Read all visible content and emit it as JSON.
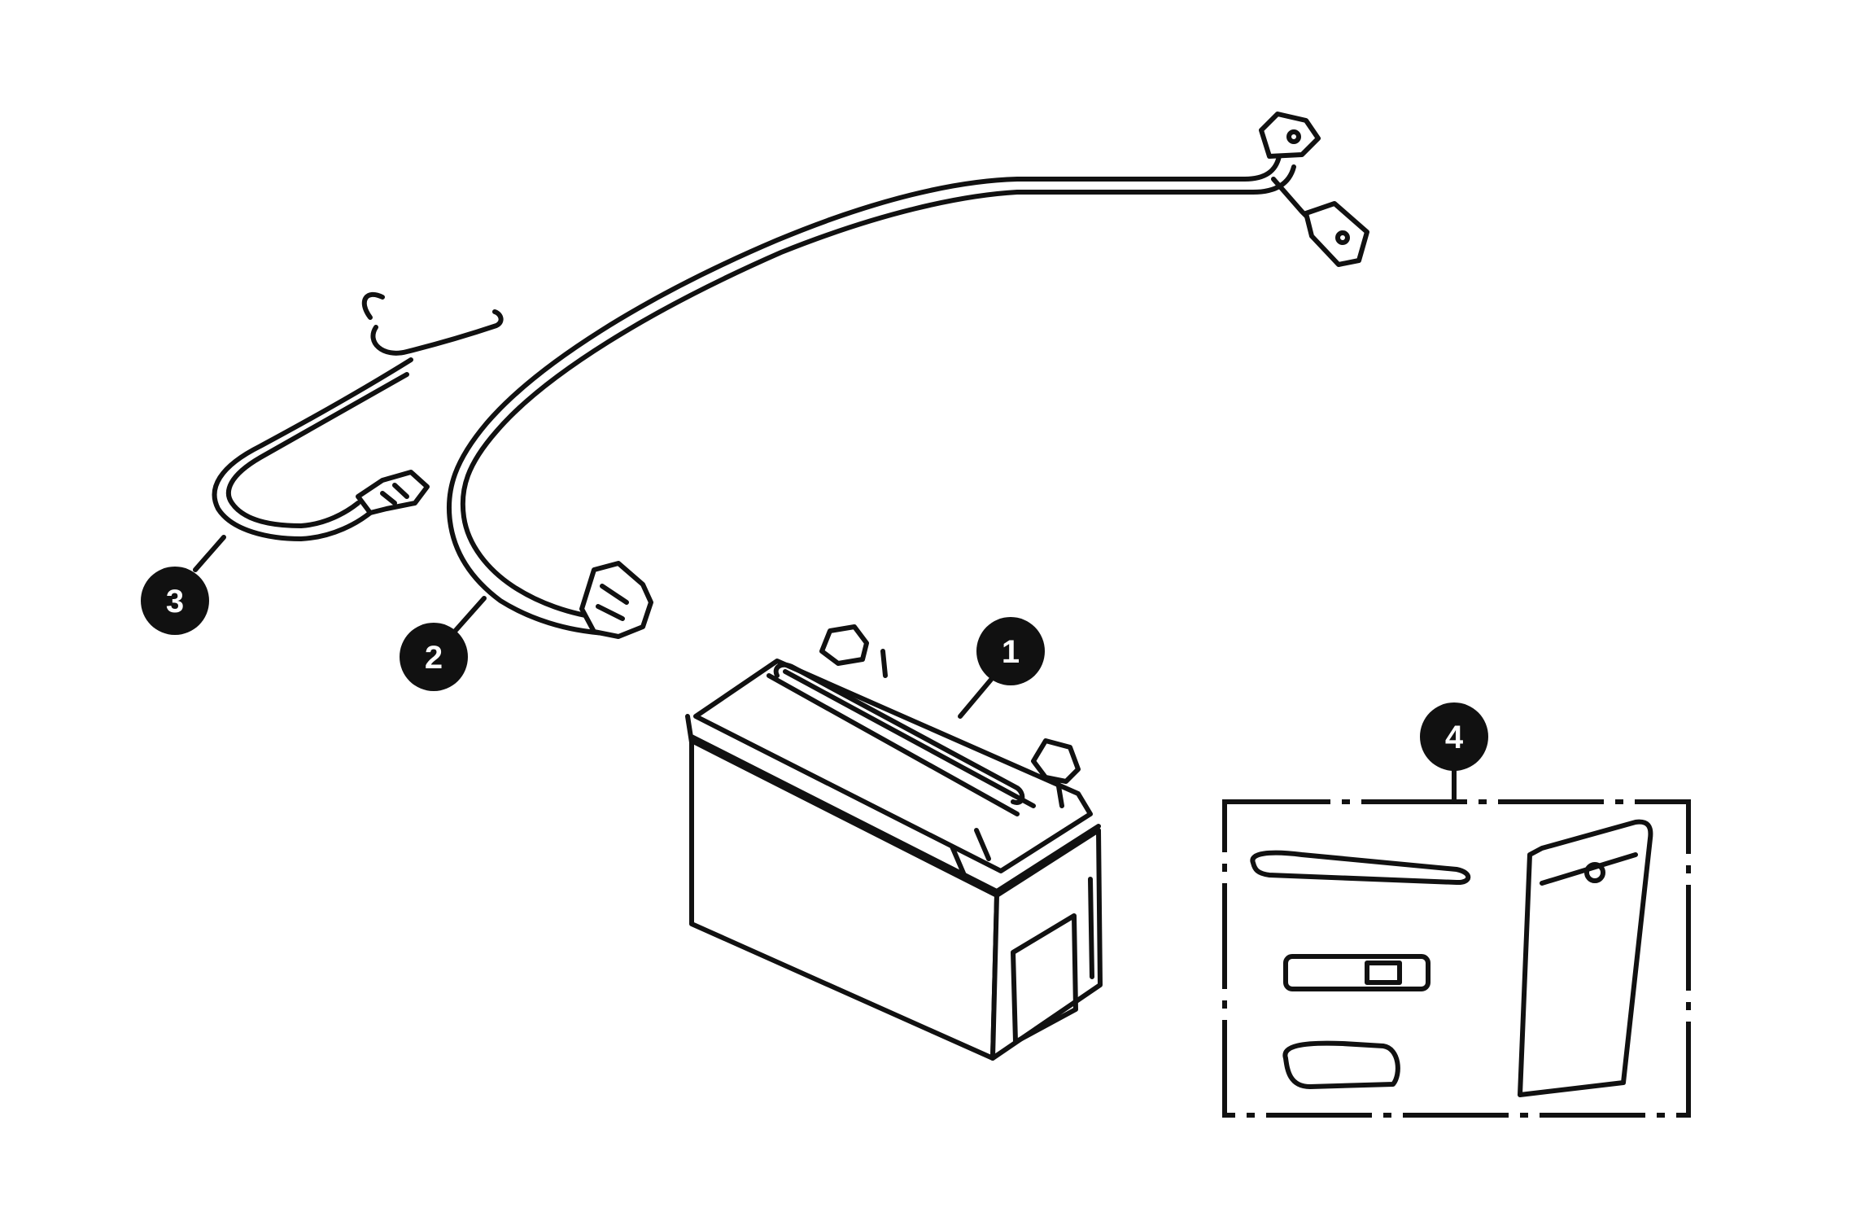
{
  "callouts": [
    {
      "label": "1"
    },
    {
      "label": "2"
    },
    {
      "label": "3"
    },
    {
      "label": "4"
    }
  ],
  "colors": {
    "ink": "#111111",
    "background": "#ffffff"
  }
}
